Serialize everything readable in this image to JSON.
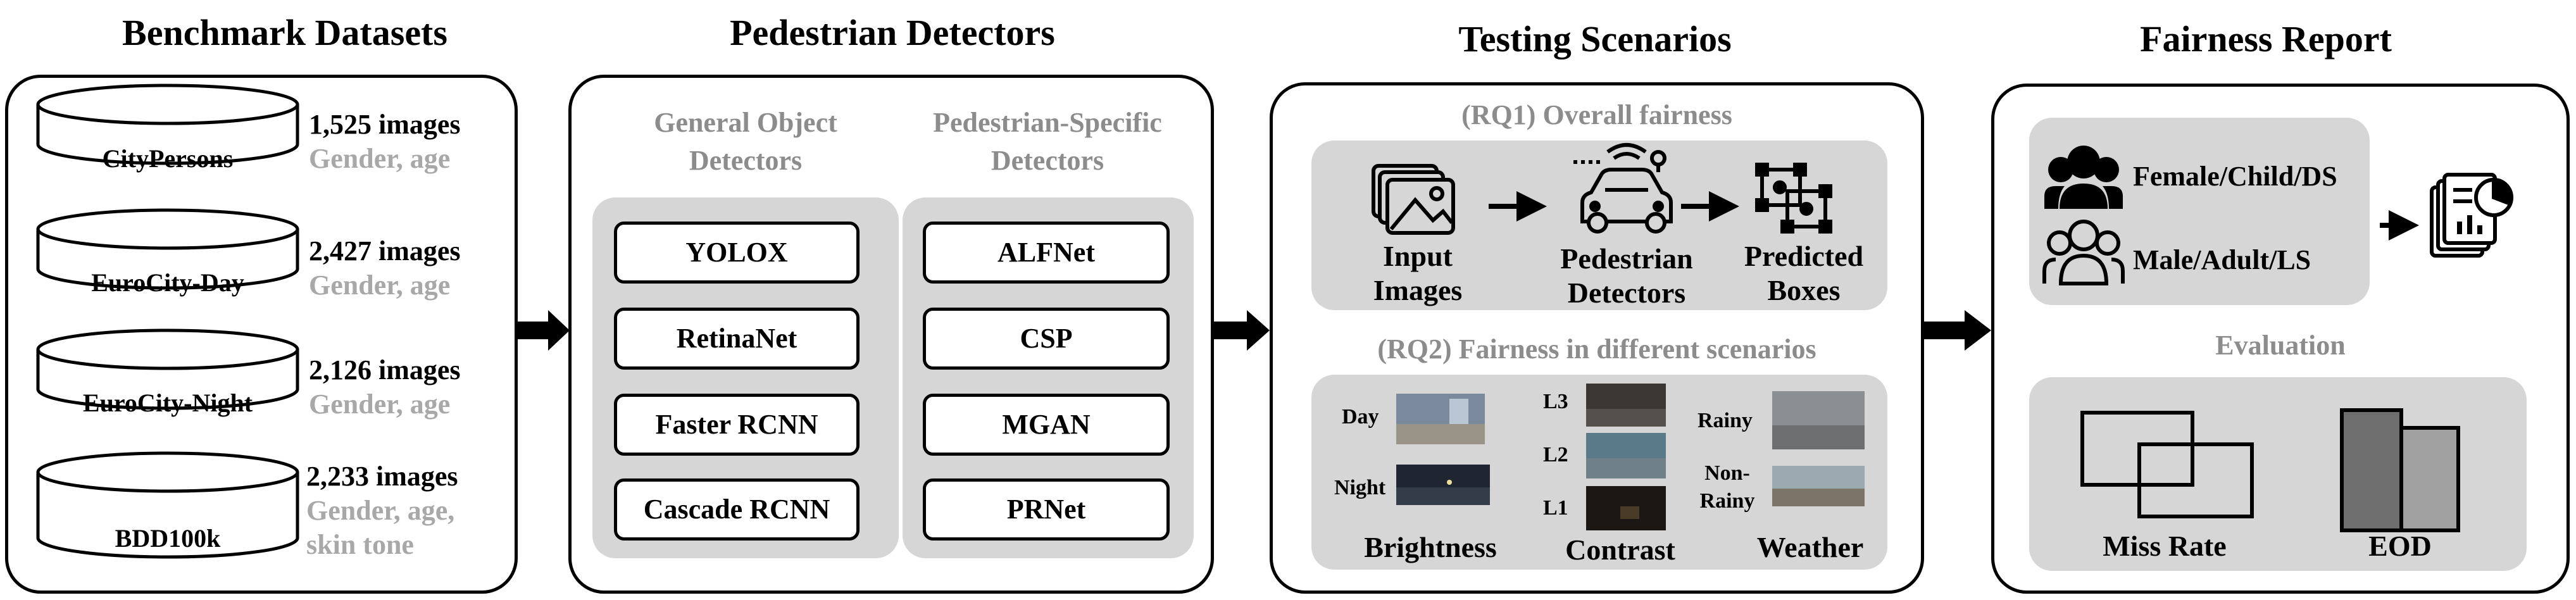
{
  "titles": {
    "datasets": "Benchmark Datasets",
    "detectors": "Pedestrian Detectors",
    "scenarios": "Testing Scenarios",
    "report": "Fairness Report"
  },
  "datasets": [
    {
      "name": "CityPersons",
      "count": "1,525 images",
      "attrs": "Gender, age"
    },
    {
      "name": "EuroCity-Day",
      "count": "2,427 images",
      "attrs": "Gender, age"
    },
    {
      "name": "EuroCity-Night",
      "count": "2,126 images",
      "attrs": "Gender, age"
    },
    {
      "name": "BDD100k",
      "count": "2,233 images",
      "attrs_line1": "Gender, age,",
      "attrs_line2": "skin tone"
    }
  ],
  "detectors": {
    "general_title_1": "General Object",
    "general_title_2": "Detectors",
    "specific_title_1": "Pedestrian-Specific",
    "specific_title_2": "Detectors",
    "general": [
      "YOLOX",
      "RetinaNet",
      "Faster RCNN",
      "Cascade RCNN"
    ],
    "specific": [
      "ALFNet",
      "CSP",
      "MGAN",
      "PRNet"
    ]
  },
  "scenarios": {
    "rq1_title": "(RQ1) Overall fairness",
    "rq1_steps": [
      {
        "line1": "Input",
        "line2": "Images"
      },
      {
        "line1": "Pedestrian",
        "line2": "Detectors"
      },
      {
        "line1": "Predicted",
        "line2": "Boxes"
      }
    ],
    "rq2_title": "(RQ2) Fairness in different scenarios",
    "brightness": {
      "label": "Brightness",
      "levels": [
        "Day",
        "Night"
      ]
    },
    "contrast": {
      "label": "Contrast",
      "levels": [
        "L3",
        "L2",
        "L1"
      ]
    },
    "weather": {
      "label": "Weather",
      "levels": [
        "Rainy",
        "Non-",
        "Rainy"
      ]
    }
  },
  "report": {
    "groups": [
      "Female/Child/DS",
      "Male/Adult/LS"
    ],
    "evaluation_title": "Evaluation",
    "metrics": [
      "Miss Rate",
      "EOD"
    ]
  },
  "colors": {
    "panel_fill": "#d6d6d6",
    "subtitle": "#8c8c8c",
    "attr_text": "#a8a8a8",
    "stroke": "#000000"
  }
}
